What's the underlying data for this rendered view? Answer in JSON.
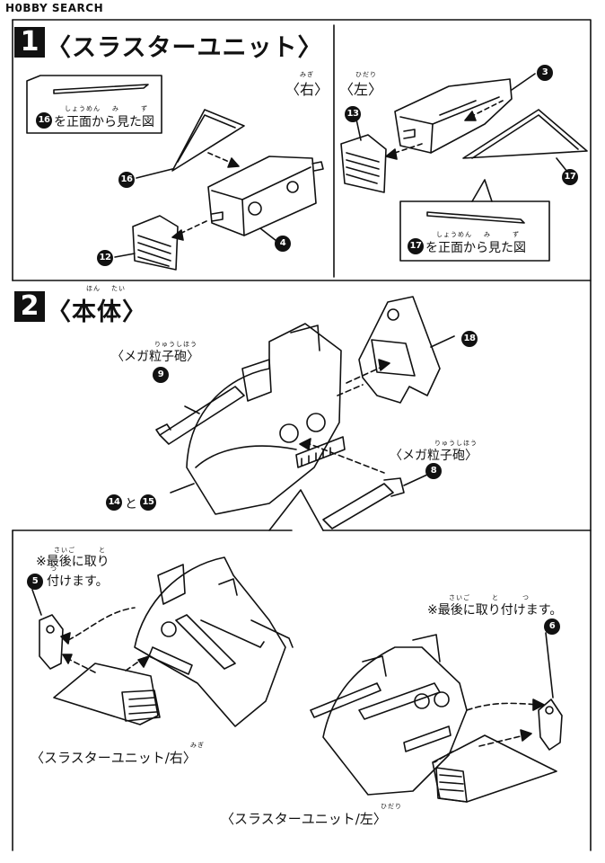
{
  "watermark": "H0BBY SEARCH",
  "step1": {
    "number": "1",
    "title": "〈スラスターユニット〉",
    "right_label": "〈右〉",
    "right_ruby": "みぎ",
    "left_label": "〈左〉",
    "left_ruby": "ひだり",
    "front_view_right": "を正面から見た図",
    "front_view_right_ruby1": "しょうめん",
    "front_view_right_ruby2": "み",
    "front_view_right_ruby3": "ず",
    "front_view_left": "を正面から見た図",
    "front_view_left_ruby1": "しょうめん",
    "front_view_left_ruby2": "み",
    "front_view_left_ruby3": "ず"
  },
  "step2": {
    "number": "2",
    "title": "〈本体〉",
    "title_ruby1": "ほん",
    "title_ruby2": "たい",
    "mega_cannon_left": "〈メガ粒子砲〉",
    "mega_cannon_left_ruby": "りゅうしほう",
    "mega_cannon_right": "〈メガ粒子砲〉",
    "mega_cannon_right_ruby": "りゅうしほう",
    "and_label": "と",
    "note_left_line1": "※最後に取り",
    "note_left_line2": "付けます。",
    "note_left_ruby1": "さいご",
    "note_left_ruby2": "と",
    "note_left_ruby3": "つ",
    "note_right": "※最後に取り付けます。",
    "note_right_ruby1": "さいご",
    "note_right_ruby2": "と",
    "note_right_ruby3": "つ",
    "thruster_right": "〈スラスターユニット/右〉",
    "thruster_right_ruby": "みぎ",
    "thruster_left": "〈スラスターユニット/左〉",
    "thruster_left_ruby": "ひだり"
  },
  "parts": {
    "p3": "3",
    "p4": "4",
    "p5": "5",
    "p6": "6",
    "p8": "8",
    "p9": "9",
    "p12": "12",
    "p13": "13",
    "p14": "14",
    "p15": "15",
    "p16": "16",
    "p17": "17",
    "p18": "18"
  }
}
